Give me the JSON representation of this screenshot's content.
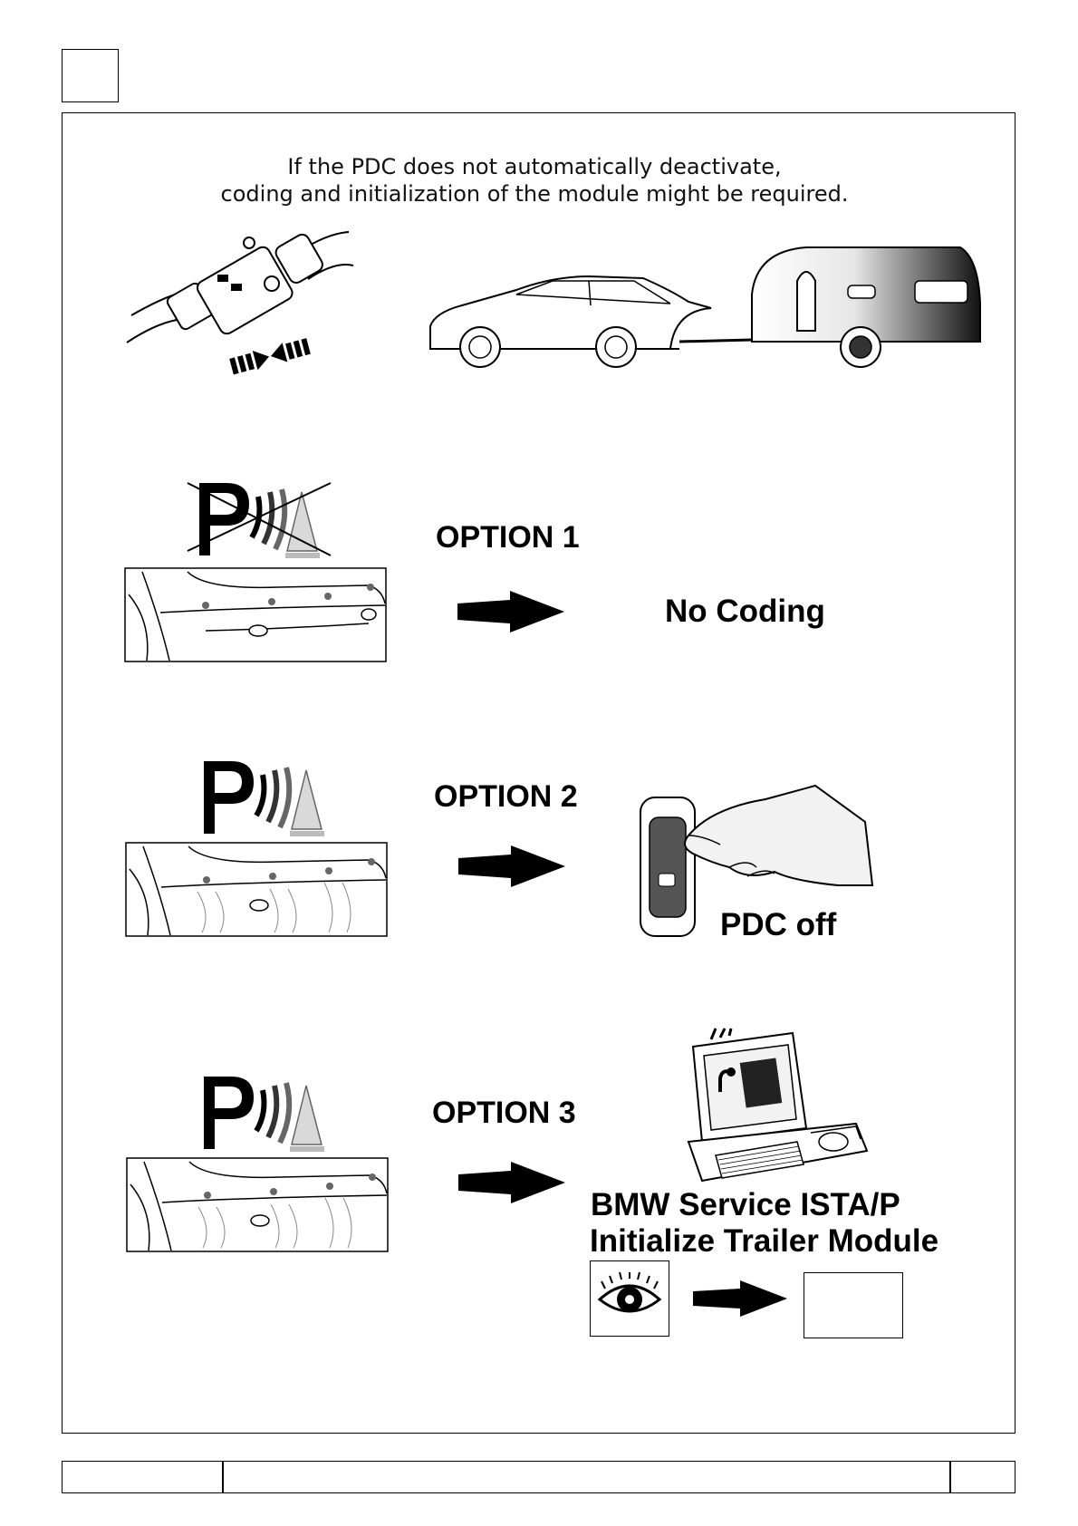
{
  "intro": {
    "line1": "If the PDC does not automatically deactivate,",
    "line2": "coding and initialization of the module might be required."
  },
  "options": [
    {
      "label": "OPTION 1",
      "result": "No Coding"
    },
    {
      "label": "OPTION 2",
      "result": "PDC off"
    },
    {
      "label": "OPTION 3",
      "result_line1": "BMW Service ISTA/P",
      "result_line2": "Initialize Trailer Module"
    }
  ],
  "icons": {
    "parking": "parking-sensor-icon",
    "arrow": "right-arrow-icon",
    "eye": "eye-icon"
  }
}
